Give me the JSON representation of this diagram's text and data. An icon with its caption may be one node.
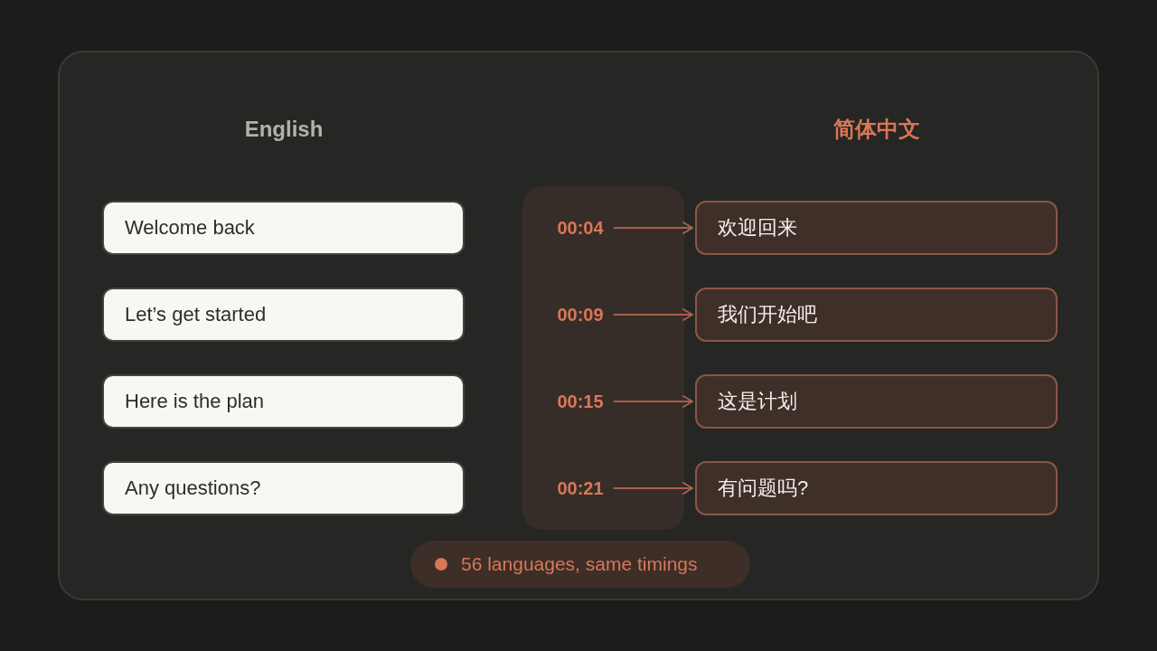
{
  "diagram": {
    "nodes": [
      {
        "text": [],
        "shape": "box"
      },
      {
        "text": [
          "Welcome back"
        ],
        "in": 0
      },
      {
        "text": [
          "Let’s get started"
        ],
        "in": 0
      },
      {
        "text": [
          "Here is the plan"
        ],
        "in": 0
      },
      {
        "text": [
          "Any questions?"
        ],
        "in": 0
      },
      {
        "text": [],
        "shape": "box",
        "in": 0
      },
      {
        "text": [
          "00:04"
        ],
        "in": 5
      },
      {
        "text": [
          "00:09"
        ],
        "in": 5
      },
      {
        "text": [
          "00:15"
        ],
        "in": 5
      },
      {
        "text": [
          "00:21"
        ],
        "in": 5
      },
      {
        "text": [
          "欢迎回来"
        ],
        "in": 0
      },
      {
        "text": [
          "我们开始吧"
        ],
        "in": 0
      },
      {
        "text": [
          "这是计划"
        ],
        "in": 0
      },
      {
        "text": [
          "有问题吗?"
        ],
        "in": 0
      },
      {
        "text": [
          "56 languages, same timings"
        ],
        "in": 0
      }
    ],
    "edges": [
      {
        "from": 6,
        "to": 10,
        "arrow": "to"
      },
      {
        "from": 7,
        "to": 11,
        "arrow": "to"
      },
      {
        "from": 8,
        "to": 12,
        "arrow": "to"
      },
      {
        "from": 9,
        "to": 13,
        "arrow": "to"
      }
    ],
    "labels": [
      "English",
      "简体中文"
    ]
  }
}
